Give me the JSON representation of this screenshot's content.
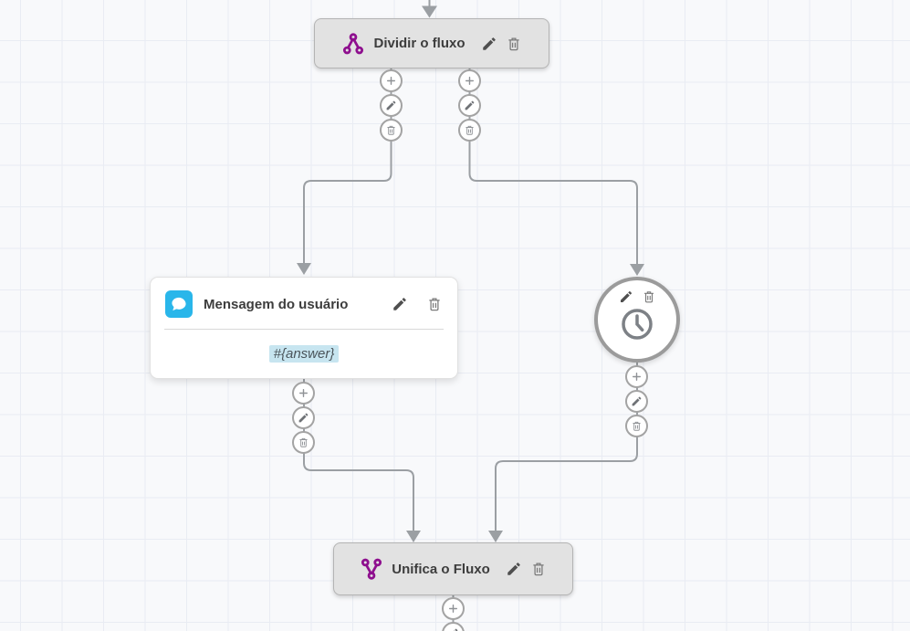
{
  "canvas": {
    "background": "#f8f9fb",
    "grid_line_color": "#e9ecf3",
    "connector_color": "#9b9fa3"
  },
  "palette": {
    "flow_accent": "#8e0f8e",
    "message_icon_bg": "#29b6ea",
    "variable_highlight_bg": "#c7e5f0",
    "node_gray_bg": "#e2e2e2"
  },
  "nodes": {
    "split": {
      "title": "Dividir o fluxo",
      "icon": "split-flow-icon"
    },
    "user_message": {
      "title": "Mensagem do usuário",
      "icon": "chat-bubble-icon",
      "content": "#{answer}"
    },
    "timer": {
      "icon": "clock-icon"
    },
    "merge": {
      "title": "Unifica o Fluxo",
      "icon": "merge-flow-icon"
    }
  },
  "node_controls": {
    "edit": "pencil-icon",
    "delete": "trash-icon"
  },
  "port_controls": {
    "add": "plus-icon",
    "edit": "pencil-icon",
    "delete": "trash-icon"
  }
}
